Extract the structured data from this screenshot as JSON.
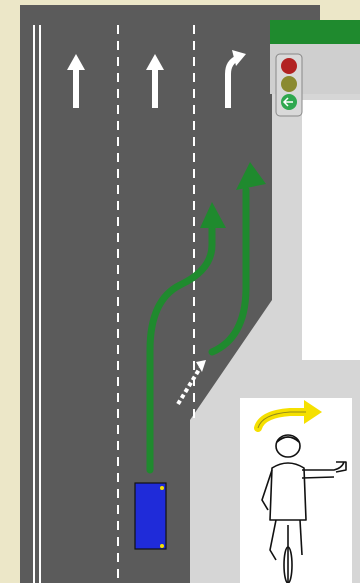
{
  "scene": {
    "background_color": "#ece7c8",
    "road_color": "#5b5b5b",
    "sidewalk_color": "#d6d6d6",
    "route_color": "#1f8a2e",
    "car_color": "#1f2bd9",
    "green_roof_color": "#1f8a2e",
    "lane_arrows": [
      "straight",
      "straight",
      "right-turn"
    ],
    "traffic_light": {
      "lit": "green",
      "arrow_icon": "arrow-left-icon"
    },
    "routes": [
      {
        "name": "car-path",
        "description_icon": "route-arrow-icon"
      },
      {
        "name": "bicycle-path",
        "description_icon": "route-arrow-icon"
      }
    ],
    "inset": {
      "icon": "cyclist-hand-signal-icon",
      "signal_arrow_color": "#f5e000"
    }
  }
}
